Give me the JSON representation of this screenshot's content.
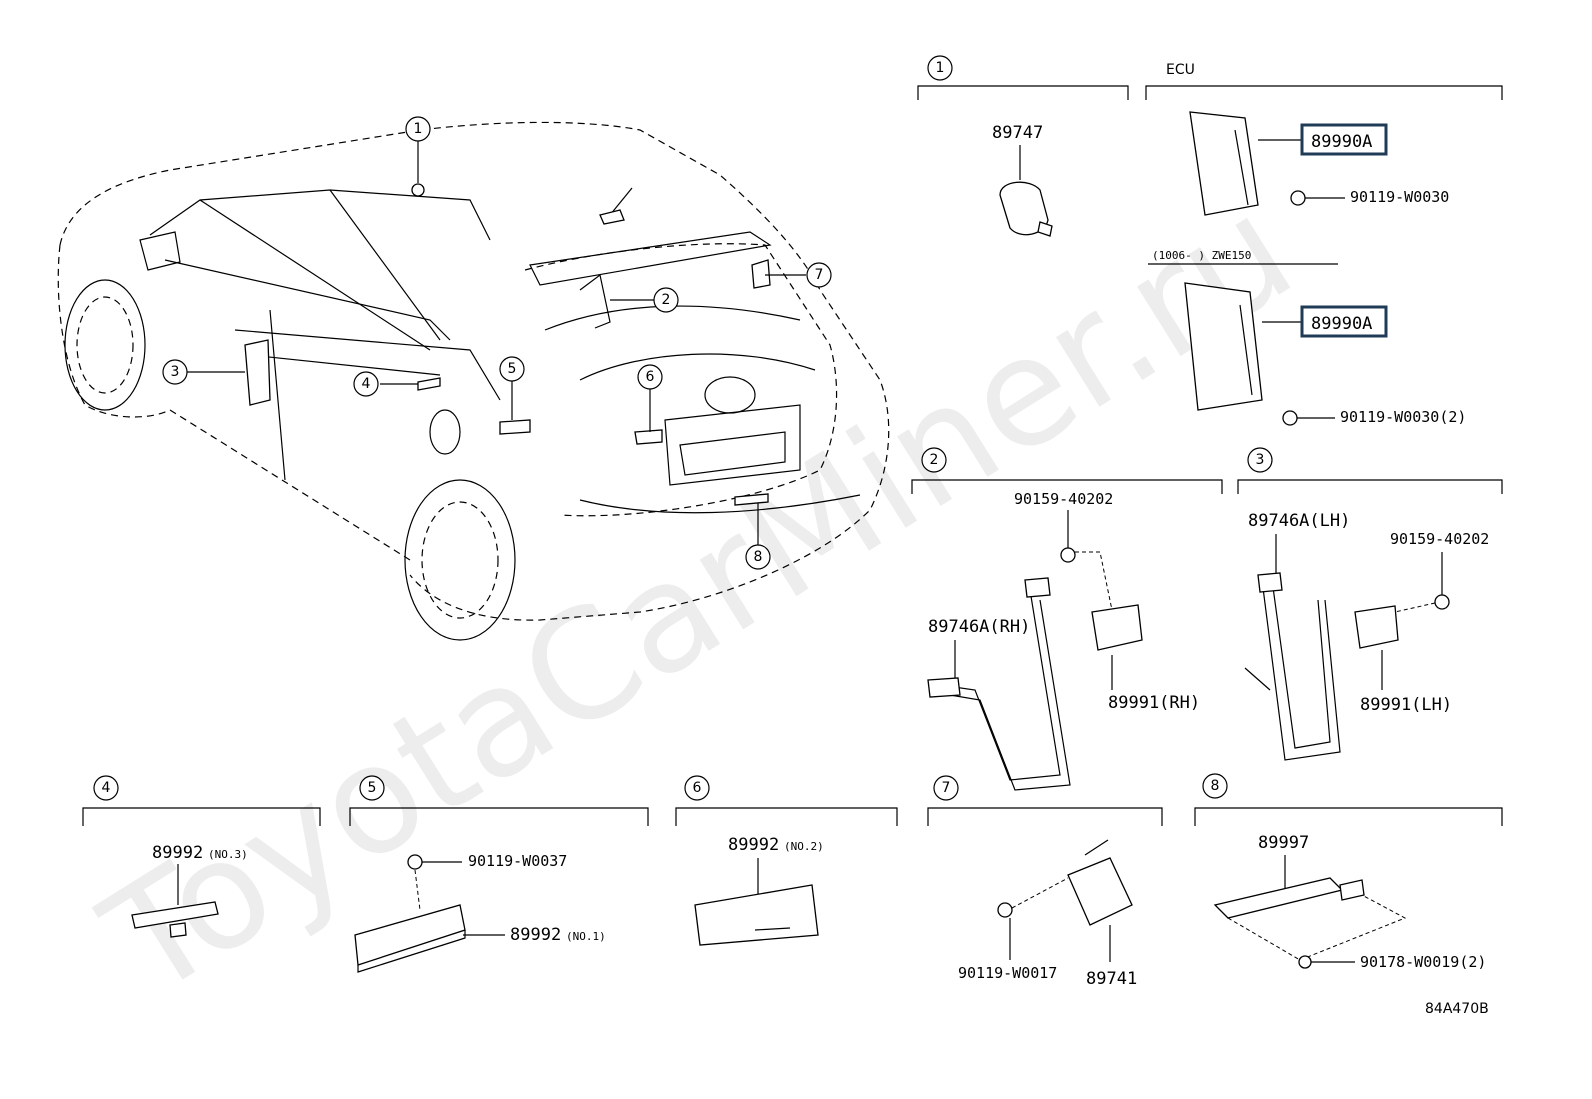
{
  "watermark": "ToyotaCarMiner.ru",
  "figure_code": "84A470B",
  "car_callouts": [
    "1",
    "2",
    "3",
    "4",
    "5",
    "6",
    "7",
    "8"
  ],
  "sections": {
    "s1": {
      "num": "1",
      "parts": [
        "89747"
      ]
    },
    "ecu": {
      "title": "ECU",
      "part_main": "89990A",
      "bolt": "90119-W0030",
      "note": "(1006-        )  ZWE150",
      "part_alt": "89990A",
      "bolt_alt": "90119-W0030(2)"
    },
    "s2": {
      "num": "2",
      "bolt": "90159-40202",
      "harness": "89746A(RH)",
      "sensor": "89991(RH)"
    },
    "s3": {
      "num": "3",
      "harness": "89746A(LH)",
      "bolt": "90159-40202",
      "sensor": "89991(LH)"
    },
    "s4": {
      "num": "4",
      "part": "89992",
      "part_sub": "(NO.3)"
    },
    "s5": {
      "num": "5",
      "bolt": "90119-W0037",
      "part": "89992",
      "part_sub": "(NO.1)"
    },
    "s6": {
      "num": "6",
      "part": "89992",
      "part_sub": "(NO.2)"
    },
    "s7": {
      "num": "7",
      "bolt": "90119-W0017",
      "part": "89741"
    },
    "s8": {
      "num": "8",
      "part": "89997",
      "bolt": "90178-W0019(2)"
    }
  },
  "highlight_color": "#1f3b55"
}
